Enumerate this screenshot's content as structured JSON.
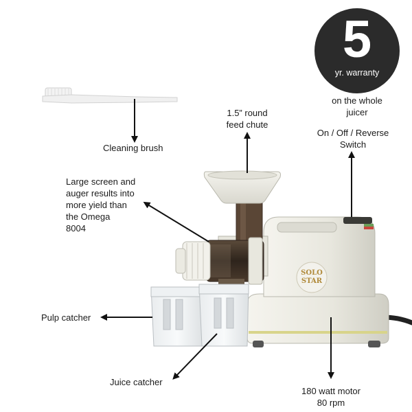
{
  "badge": {
    "number": "5",
    "text": "yr. warranty",
    "subtext_line1": "on the whole",
    "subtext_line2": "juicer"
  },
  "labels": {
    "cleaning_brush": "Cleaning brush",
    "feed_chute_line1": "1.5” round",
    "feed_chute_line2": "feed chute",
    "switch_line1": "On / Off / Reverse",
    "switch_line2": "Switch",
    "screen_line1": "Large screen and",
    "screen_line2": "auger results into",
    "screen_line3": "more yield than",
    "screen_line4": "the Omega",
    "screen_line5": "8004",
    "pulp_catcher": "Pulp catcher",
    "juice_catcher": "Juice catcher",
    "motor_line1": "180 watt motor",
    "motor_line2": "80 rpm"
  },
  "brand": {
    "logo_line1": "SOLO",
    "logo_line2": "STAR"
  },
  "colors": {
    "badge_bg": "#2b2b2b",
    "body": "#e9e8e0",
    "logo_gold": "#b08a3a",
    "accent_stripe": "#d8d48a"
  }
}
